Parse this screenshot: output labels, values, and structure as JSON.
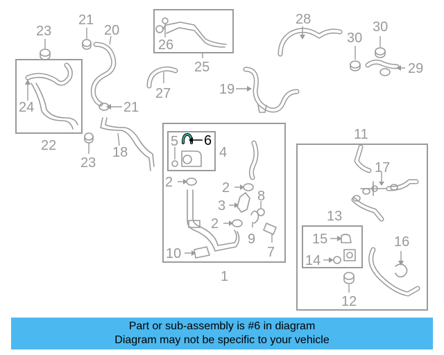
{
  "diagram": {
    "callouts": {
      "p1": "1",
      "p2a": "2",
      "p2b": "2",
      "p2c": "2",
      "p3": "3",
      "p4": "4",
      "p5": "5",
      "p6": "6",
      "p7": "7",
      "p8": "8",
      "p9": "9",
      "p10": "10",
      "p11": "11",
      "p12": "12",
      "p13": "13",
      "p14": "14",
      "p15": "15",
      "p16": "16",
      "p17": "17",
      "p18": "18",
      "p19": "19",
      "p20": "20",
      "p21a": "21",
      "p21b": "21",
      "p22": "22",
      "p23a": "23",
      "p23b": "23",
      "p24": "24",
      "p25": "25",
      "p26": "26",
      "p27": "27",
      "p28": "28",
      "p29": "29",
      "p30": "30"
    },
    "highlight_part": "6",
    "colors": {
      "parts": "#9a9a9a",
      "highlight": "#000000",
      "highlight_fill": "#3fb4a0",
      "banner": "#4cb8f0"
    }
  },
  "banner": {
    "line1": "Part or sub-assembly is #6 in diagram",
    "line2": "Diagram may not be specific to your vehicle"
  }
}
